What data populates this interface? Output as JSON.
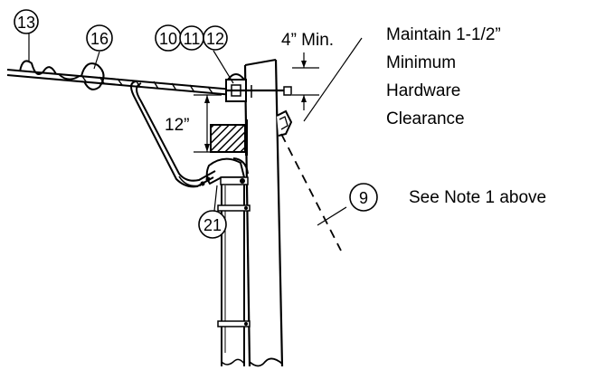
{
  "callouts": {
    "c13": "13",
    "c16": "16",
    "c10": "10",
    "c11": "11",
    "c12": "12",
    "c9": "9",
    "c21": "21"
  },
  "dimensions": {
    "min_4": "4” Min.",
    "twelve": "12”"
  },
  "notes": {
    "maintain_1": "Maintain 1-1/2”",
    "maintain_2": "Minimum",
    "maintain_3": "Hardware",
    "maintain_4": "Clearance",
    "see_note": "See Note 1 above"
  }
}
